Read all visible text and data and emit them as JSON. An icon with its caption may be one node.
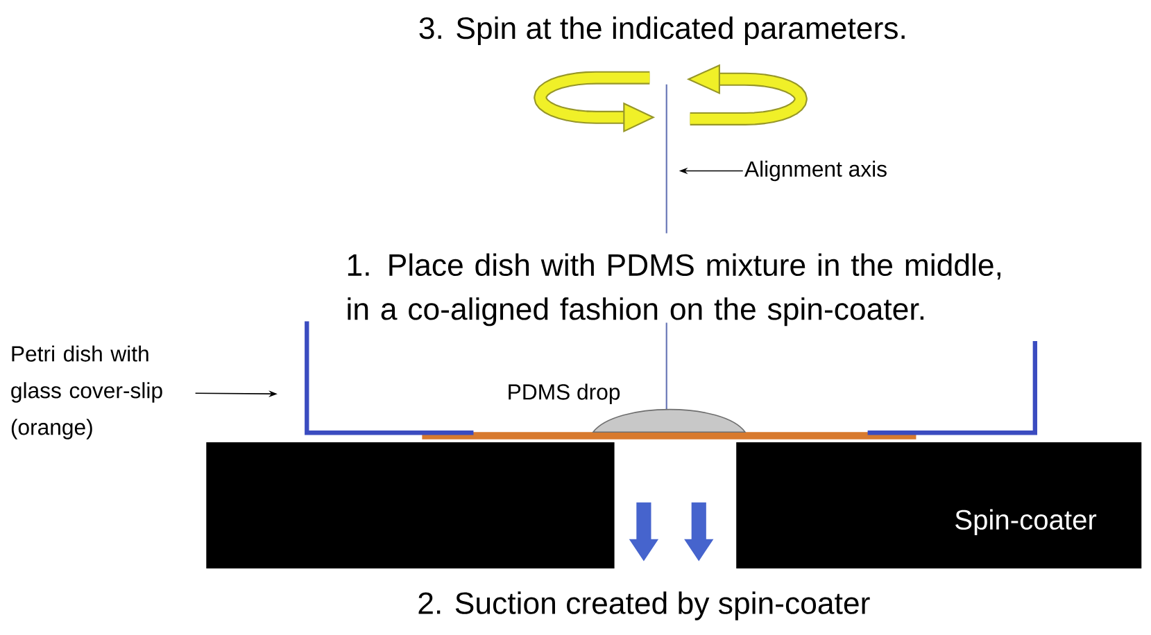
{
  "diagram": {
    "nodes": [
      {
        "text": [
          "Alignment axis"
        ]
      },
      {
        "text": [
          "Petri dish with glass cover-slip (orange)"
        ]
      }
    ],
    "edges": [
      {
        "from": 0,
        "to": null,
        "arrow": "to"
      },
      {
        "from": 1,
        "to": null,
        "arrow": "to"
      }
    ],
    "labels": [
      "3. Spin at the indicated parameters.",
      "1. Place dish with PDMS mixture in the middle, in a co-aligned fashion on the spin-coater.",
      "PDMS drop",
      "Spin-coater",
      "2. Suction created by spin-coater"
    ]
  }
}
